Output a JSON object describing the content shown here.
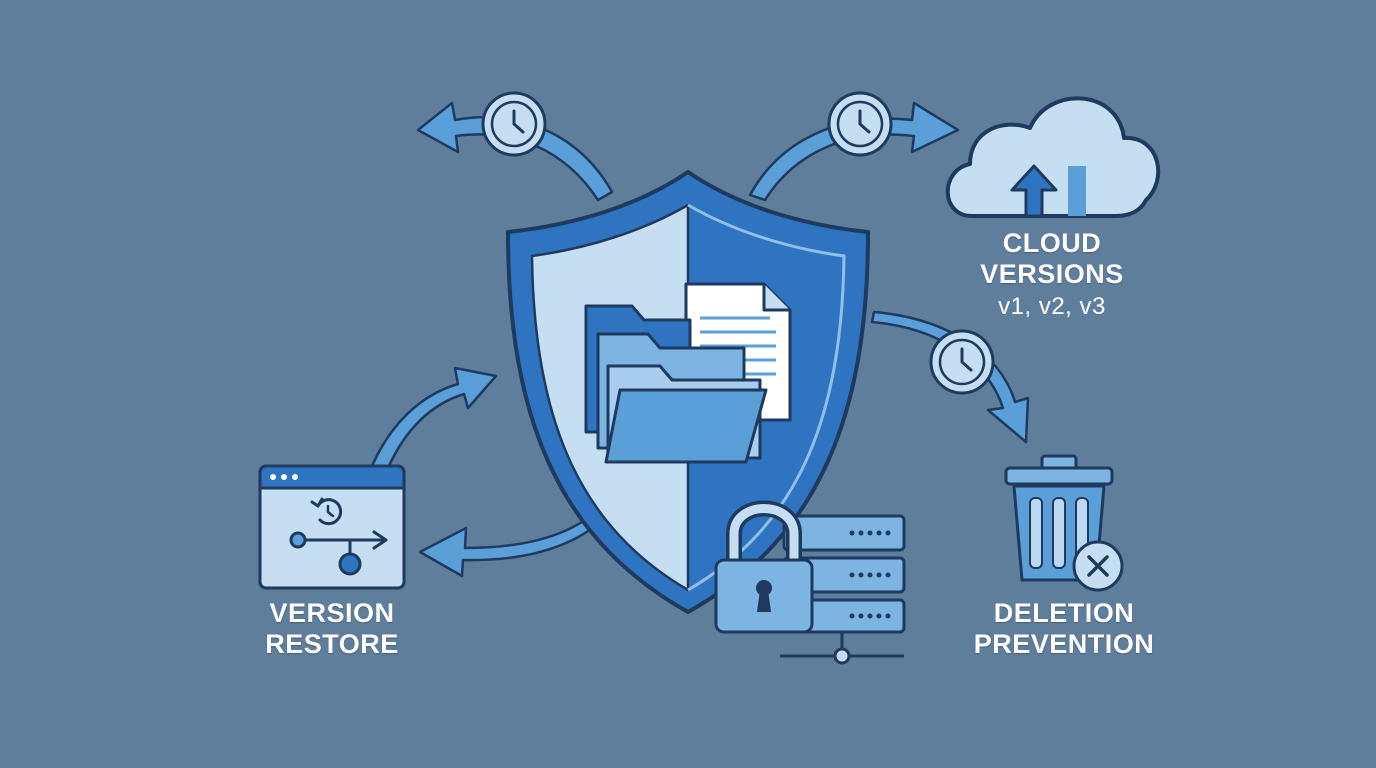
{
  "colors": {
    "background": "#5f7e9c",
    "outline": "#1e3a5f",
    "shield_dark": "#2f74c0",
    "shield_light": "#c6def2",
    "accent": "#5a9fd8",
    "pale": "#bcd8f0"
  },
  "labels": {
    "cloud": {
      "title": "CLOUD VERSIONS",
      "versions": "v1, v2, v3"
    },
    "restore": {
      "line1": "VERSION",
      "line2": "RESTORE"
    },
    "deletion": {
      "line1": "DELETION",
      "line2": "PREVENTION"
    }
  },
  "icons": [
    "shield-icon",
    "folder-icon",
    "document-icon",
    "padlock-icon",
    "server-icon",
    "cloud-upload-icon",
    "trash-icon",
    "close-icon",
    "clock-icon",
    "restore-window-icon",
    "history-icon",
    "arrow-icon"
  ]
}
